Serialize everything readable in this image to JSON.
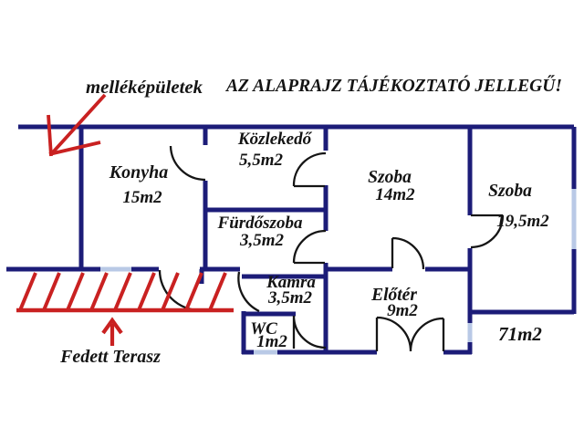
{
  "header": {
    "title": "AZ ALAPRAJZ TÁJÉKOZTATÓ JELLEGŰ!"
  },
  "annotations": {
    "outbuildings_label": "melléképületek",
    "covered_terrace_label": "Fedett Terasz",
    "total_area_label": "71m2"
  },
  "rooms": [
    {
      "name": "Konyha",
      "area": "15m2"
    },
    {
      "name": "Közlekedő",
      "area": "5,5m2"
    },
    {
      "name": "Szoba",
      "area": "14m2"
    },
    {
      "name": "Szoba",
      "area": "19,5m2"
    },
    {
      "name": "Fürdőszoba",
      "area": "3,5m2"
    },
    {
      "name": "Kamra",
      "area": "3,5m2"
    },
    {
      "name": "WC",
      "area": "1m2"
    },
    {
      "name": "Előtér",
      "area": "9m2"
    }
  ],
  "colors": {
    "wall": "#1c1c78",
    "window": "#b9c9e6",
    "door": "#151515",
    "accent_red": "#c92121",
    "text": "#141414",
    "background": "#ffffff"
  }
}
